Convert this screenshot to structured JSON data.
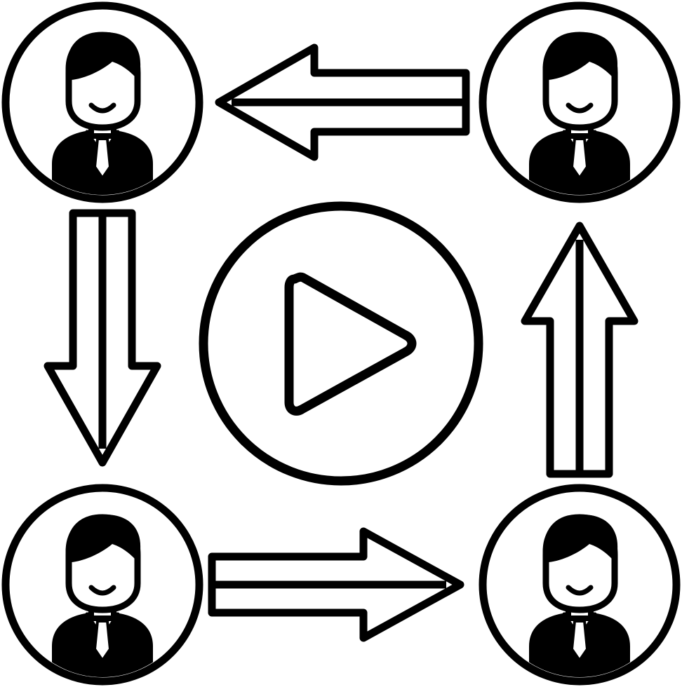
{
  "diagram": {
    "stroke_color": "#000000",
    "fill_color": "#ffffff",
    "icons": {
      "person": "person-avatar-icon",
      "play": "play-icon",
      "arrow": "arrow-icon"
    },
    "people": [
      {
        "id": "top-left"
      },
      {
        "id": "top-right"
      },
      {
        "id": "bottom-left"
      },
      {
        "id": "bottom-right"
      }
    ],
    "arrows": [
      {
        "from": "top-right",
        "to": "top-left",
        "direction": "left"
      },
      {
        "from": "top-left",
        "to": "bottom-left",
        "direction": "down"
      },
      {
        "from": "bottom-left",
        "to": "bottom-right",
        "direction": "right"
      },
      {
        "from": "bottom-right",
        "to": "top-right",
        "direction": "up"
      }
    ]
  }
}
